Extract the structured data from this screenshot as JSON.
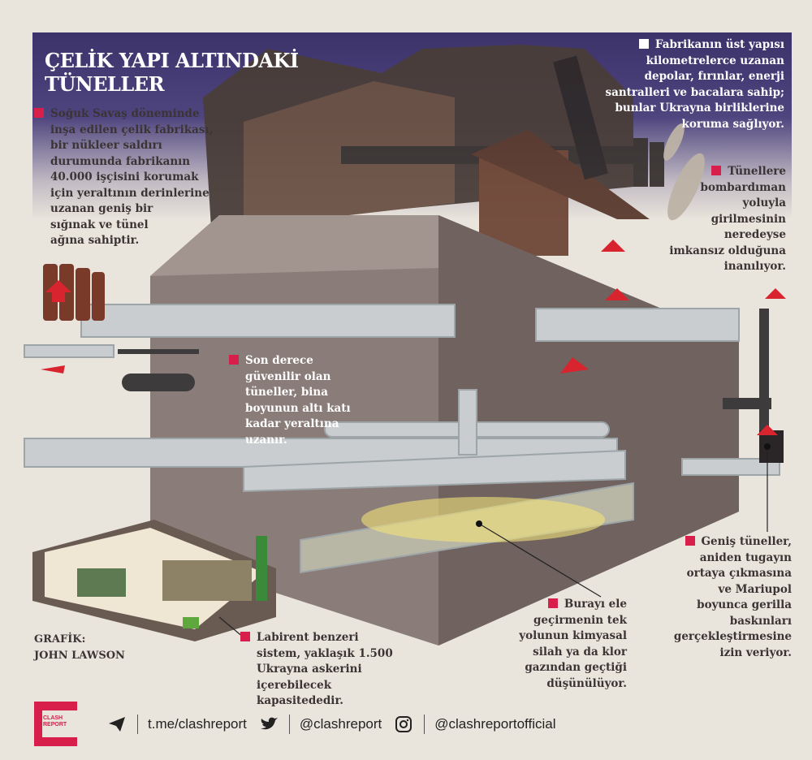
{
  "title": [
    "ÇELİK YAPI ALTINDAKİ",
    "TÜNELLER"
  ],
  "notes": {
    "cold_war": [
      "Soğuk Savaş döneminde",
      "inşa edilen çelik fabrikası,",
      "bir nükleer saldırı",
      "durumunda fabrikanın",
      "40.000 işçisini korumak",
      "için yeraltının derinlerine",
      "uzanan geniş bir",
      "sığınak ve tünel",
      "ağına sahiptir."
    ],
    "superstructure": [
      "Fabrikanın üst yapısı",
      "kilometrelerce uzanan",
      "depolar, fırınlar, enerji",
      "santralleri ve bacalara sahip;",
      "bunlar Ukrayna birliklerine",
      "koruma sağlıyor."
    ],
    "bombing": [
      "Tünellere",
      "bombardıman",
      "yoluyla",
      "girilmesinin",
      "neredeyse",
      "imkansız olduğuna",
      "inanılıyor."
    ],
    "reliable": [
      "Son derece",
      "güvenilir olan",
      "tüneller, bina",
      "boyunun altı katı",
      "kadar yeraltına",
      "uzanır."
    ],
    "wide_tunnels": [
      "Geniş tüneller,",
      "aniden tugayın",
      "ortaya çıkmasına",
      "ve Mariupol",
      "boyunca gerilla",
      "baskınları",
      "gerçekleştirmesine",
      "izin veriyor."
    ],
    "chemical": [
      "Burayı ele",
      "geçirmenin tek",
      "yolunun kimyasal",
      "silah ya da klor",
      "gazından geçtiği",
      "düşünülüyor."
    ],
    "labyrinth": [
      "Labirent benzeri",
      "sistem, yaklaşık 1.500",
      "Ukrayna askerini",
      "içerebilecek",
      "kapasitededir."
    ]
  },
  "credit": [
    "GRAFİK:",
    "JOHN LAWSON"
  ],
  "footer": {
    "logo_text": [
      "CLASH",
      "REPORT"
    ],
    "telegram": "t.me/clashreport",
    "twitter": "@clashreport",
    "instagram": "@clashreportofficial"
  },
  "colors": {
    "accent": "#d81e4a",
    "band": "#3d336b",
    "background": "#e9e4dc"
  }
}
